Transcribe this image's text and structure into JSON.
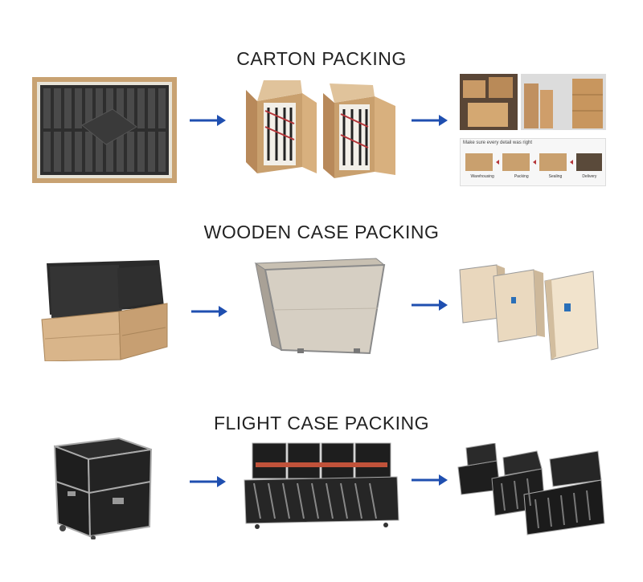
{
  "sections": [
    {
      "title": "CARTON PACKING"
    },
    {
      "title": "WOODEN CASE PACKING"
    },
    {
      "title": "FLIGHT CASE PACKING"
    }
  ],
  "process_card": {
    "caption": "Make sure every detail was right",
    "steps": [
      "Warehousing",
      "Packing",
      "Sealing",
      "Delivery"
    ]
  },
  "colors": {
    "arrow": "#1f4fb0",
    "carton": "#c9a06e",
    "wood": "#d9b58a",
    "flight_case": "#1e1e1e",
    "aluminum": "#a8a8a8"
  },
  "icons": [
    "right-arrow-icon"
  ]
}
